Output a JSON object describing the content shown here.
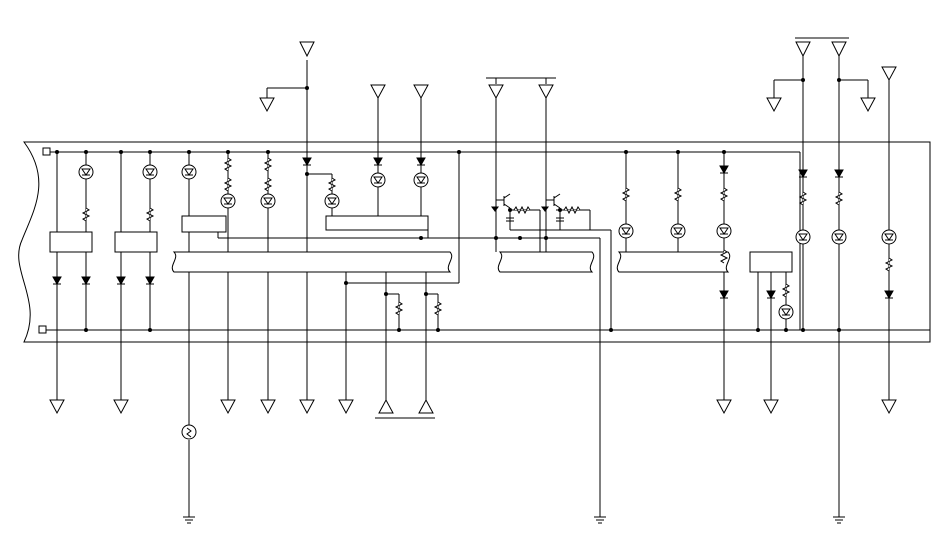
{
  "diagram": {
    "background": "#ffffff",
    "line_color": "#000000",
    "connectors": {
      "count_bottom_terminals": 15,
      "count_top_terminals": 9,
      "ground_symbols": 4
    }
  }
}
